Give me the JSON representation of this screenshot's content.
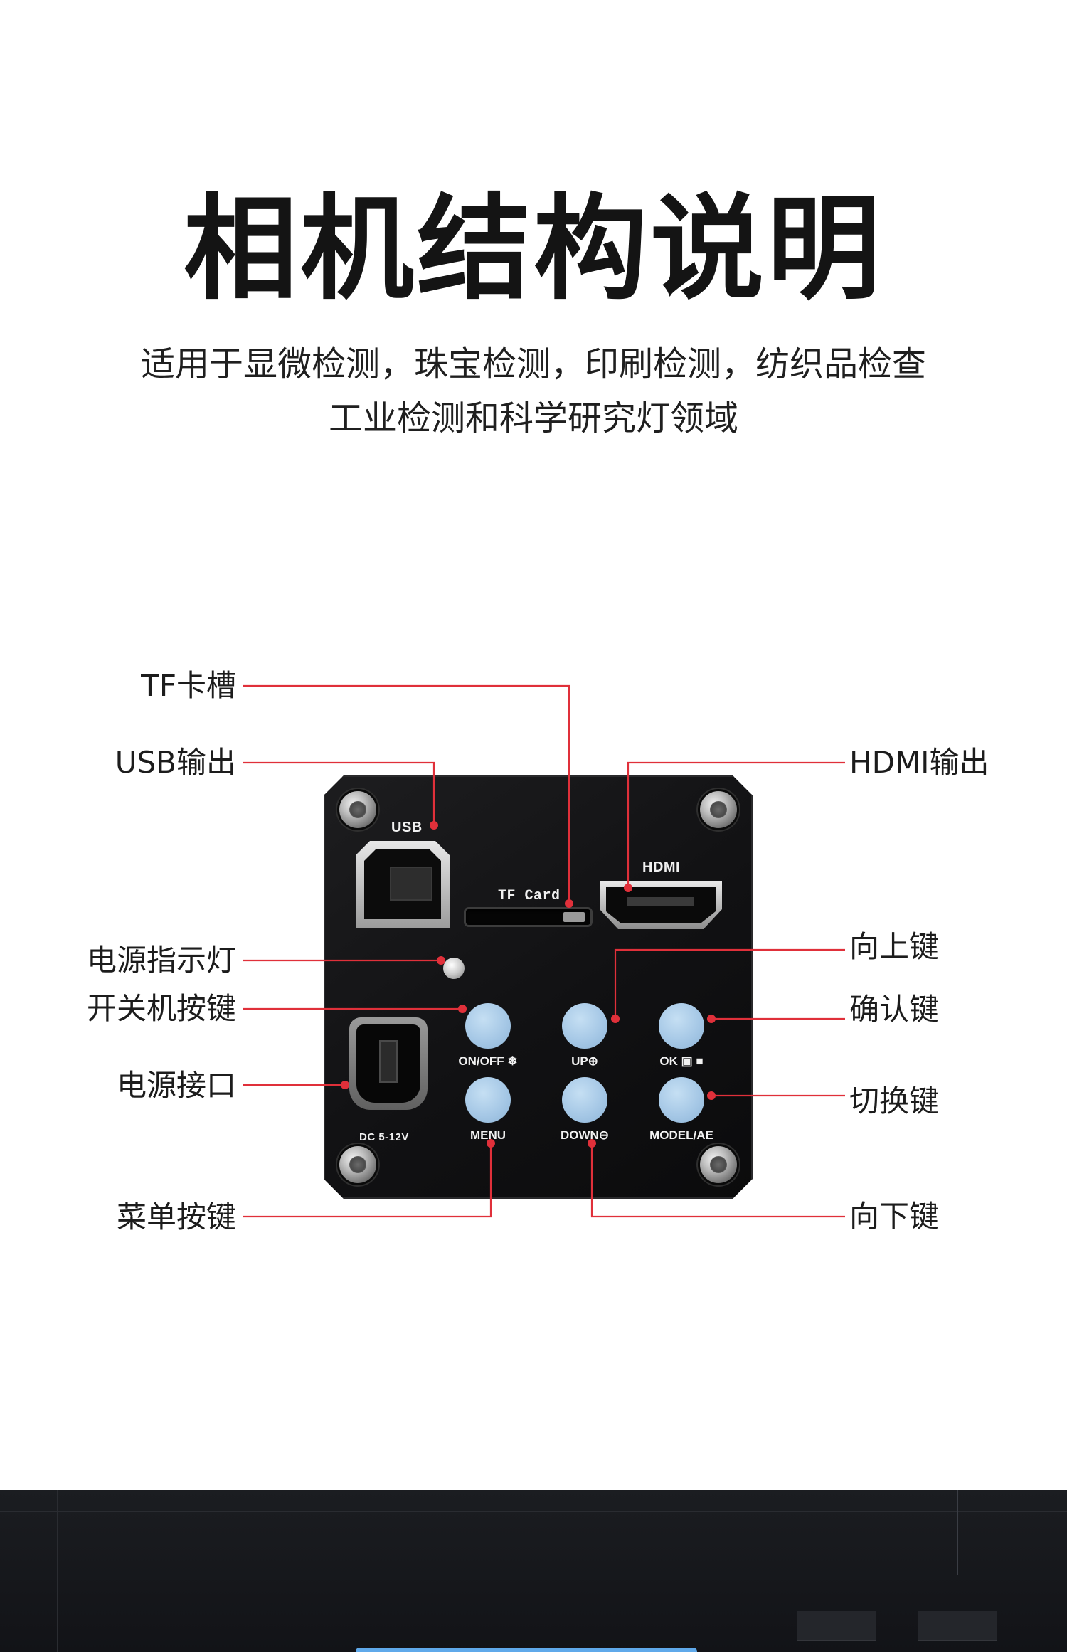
{
  "header": {
    "title": "相机结构说明",
    "subtitle_line1": "适用于显微检测，珠宝检测，印刷检测，纺织品检查",
    "subtitle_line2": "工业检测和科学研究灯领域"
  },
  "camera": {
    "port_labels": {
      "usb": "USB",
      "tf": "TF Card",
      "hdmi": "HDMI",
      "dc": "DC 5-12V"
    },
    "buttons": {
      "power": "ON/OFF ❄",
      "up": "UP⊕",
      "ok": "OK ▣ ■",
      "menu": "MENU",
      "down": "DOWN⊖",
      "mode": "MODEL/AE"
    }
  },
  "callouts": {
    "tf_slot": "TF卡槽",
    "usb_out": "USB输出",
    "hdmi_out": "HDMI输出",
    "power_led": "电源指示灯",
    "power_key": "开关机按键",
    "up_key": "向上键",
    "ok_key": "确认键",
    "power_port": "电源接口",
    "switch_key": "切换键",
    "menu_key": "菜单按键",
    "down_key": "向下键"
  },
  "colors": {
    "callout_line": "#e0303a",
    "button": "#a6c8e6",
    "panel": "#141416"
  }
}
